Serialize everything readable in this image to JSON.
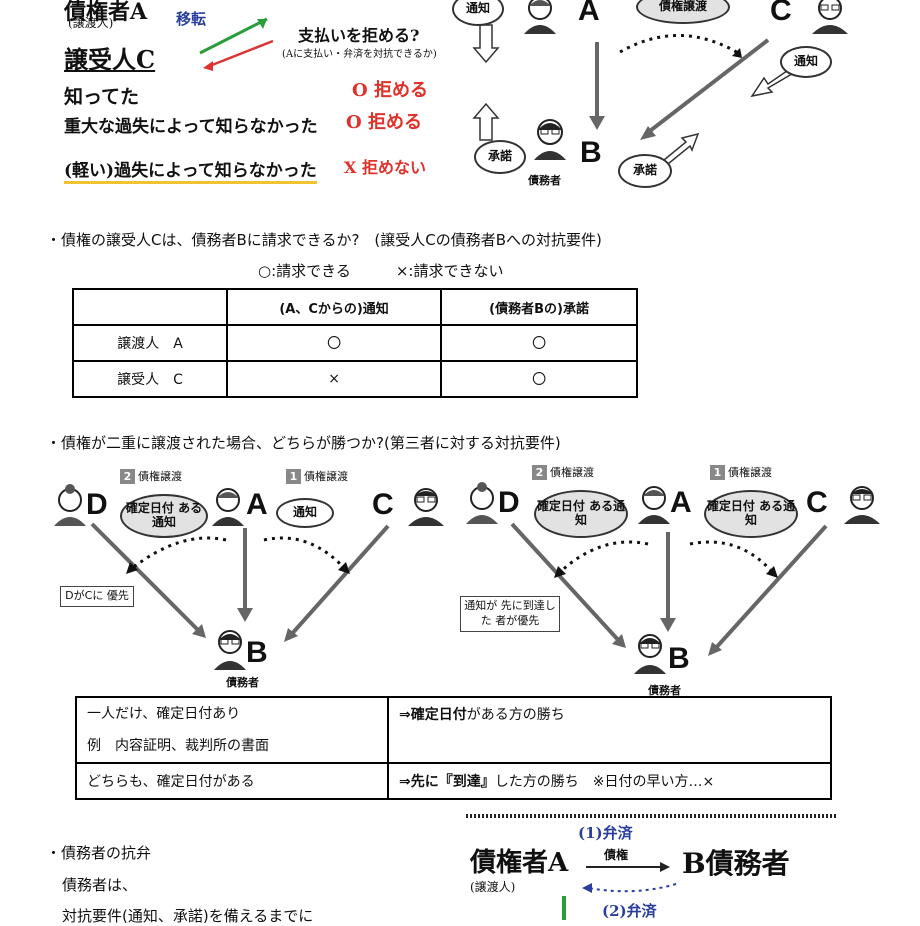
{
  "notes_top": {
    "assignor_label": "債権者A",
    "assignor_sub": "(譲渡人)",
    "arrow_word": "移転",
    "assignee_label": "譲受人C",
    "question": "支払いを拒める?",
    "question_sub": "(Aに支払い・弁済を対抗できるか)",
    "rows": [
      {
        "cond": "知ってた",
        "mark": "O",
        "result": "拒める"
      },
      {
        "cond": "重大な過失によって知らなかった",
        "mark": "O",
        "result": "拒める"
      },
      {
        "cond": "(軽い)過失によって知らなかった",
        "mark": "X",
        "result": "拒めない"
      }
    ]
  },
  "diagram_top": {
    "notice": "通知",
    "transfer": "債権譲渡",
    "acceptance": "承諾",
    "debtor": "債務者",
    "A": "A",
    "B": "B",
    "C": "C"
  },
  "section1": {
    "heading": "・債権の譲受人Cは、債務者Bに請求できるか?　(譲受人Cの債務者Bへの対抗要件)",
    "legend": "○:請求できる　　　×:請求できない",
    "headers": [
      "",
      "(A、Cからの)通知",
      "(債務者Bの)承諾"
    ],
    "rows": [
      [
        "譲渡人　A",
        "〇",
        "〇"
      ],
      [
        "譲受人　C",
        "×",
        "〇"
      ]
    ]
  },
  "section2": {
    "heading": "・債権が二重に譲渡された場合、どちらが勝つか?(第三者に対する対抗要件)",
    "left": {
      "step2": "2",
      "step2_label": "債権譲渡",
      "step1": "1",
      "step1_label": "債権譲渡",
      "D": "D",
      "A": "A",
      "C": "C",
      "B": "B",
      "dated_notice": "確定日付 ある通知",
      "notice": "通知",
      "priority": "DがCに 優先",
      "debtor": "債務者"
    },
    "right": {
      "step2": "2",
      "step2_label": "債権譲渡",
      "step1": "1",
      "step1_label": "債権譲渡",
      "D": "D",
      "A": "A",
      "C": "C",
      "B": "B",
      "dated_notice_left": "確定日付 ある通知",
      "dated_notice_right": "確定日付 ある通知",
      "priority": "通知が 先に到達した 者が優先",
      "debtor": "債務者"
    },
    "table": [
      {
        "left1": "一人だけ、確定日付あり",
        "left2": "例　内容証明、裁判所の書面",
        "right_bold": "⇒確定日付",
        "right_rest": "がある方の勝ち"
      },
      {
        "left1": "どちらも、確定日付がある",
        "right_bold": "⇒先に『到達』",
        "right_rest": "した方の勝ち　※日付の早い方…×"
      }
    ]
  },
  "section3": {
    "heading": "・債務者の抗弁",
    "line1": "債務者は、",
    "line2": "対抗要件(通知、承諾)を備えるまでに"
  },
  "notes_bottom": {
    "creditor": "債権者A",
    "creditor_sub": "(譲渡人)",
    "step": "(1)弁済",
    "claim": "債権",
    "debtor": "B債務者",
    "offset": "(2)弁済"
  }
}
